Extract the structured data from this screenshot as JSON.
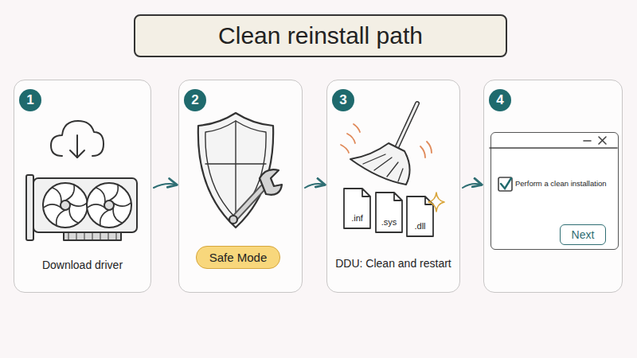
{
  "diagram": {
    "title": "Clean reinstall path",
    "nodes": [
      {
        "text": [
          "Download driver"
        ]
      },
      {
        "text": [
          "1"
        ],
        "in": 0
      },
      {
        "text": []
      },
      {
        "text": [
          "2"
        ],
        "in": 2
      },
      {
        "text": [
          "Safe Mode"
        ],
        "in": 2
      },
      {
        "text": [
          "DDU: Clean and restart"
        ]
      },
      {
        "text": [
          "3"
        ],
        "in": 5
      },
      {
        "text": [
          ".inf"
        ],
        "in": 5
      },
      {
        "text": [
          ".sys"
        ],
        "in": 5
      },
      {
        "text": [
          ".dll"
        ],
        "in": 5
      },
      {
        "text": []
      },
      {
        "text": [
          "4"
        ],
        "in": 10
      },
      {
        "text": [
          "Perform a clean installation"
        ],
        "in": 10
      },
      {
        "text": [
          "Next"
        ],
        "in": 12
      }
    ],
    "edges": [
      {
        "from": 0,
        "to": 2,
        "arrow": "to"
      },
      {
        "from": 2,
        "to": 5,
        "arrow": "to"
      },
      {
        "from": 5,
        "to": 10,
        "arrow": "to"
      }
    ]
  }
}
